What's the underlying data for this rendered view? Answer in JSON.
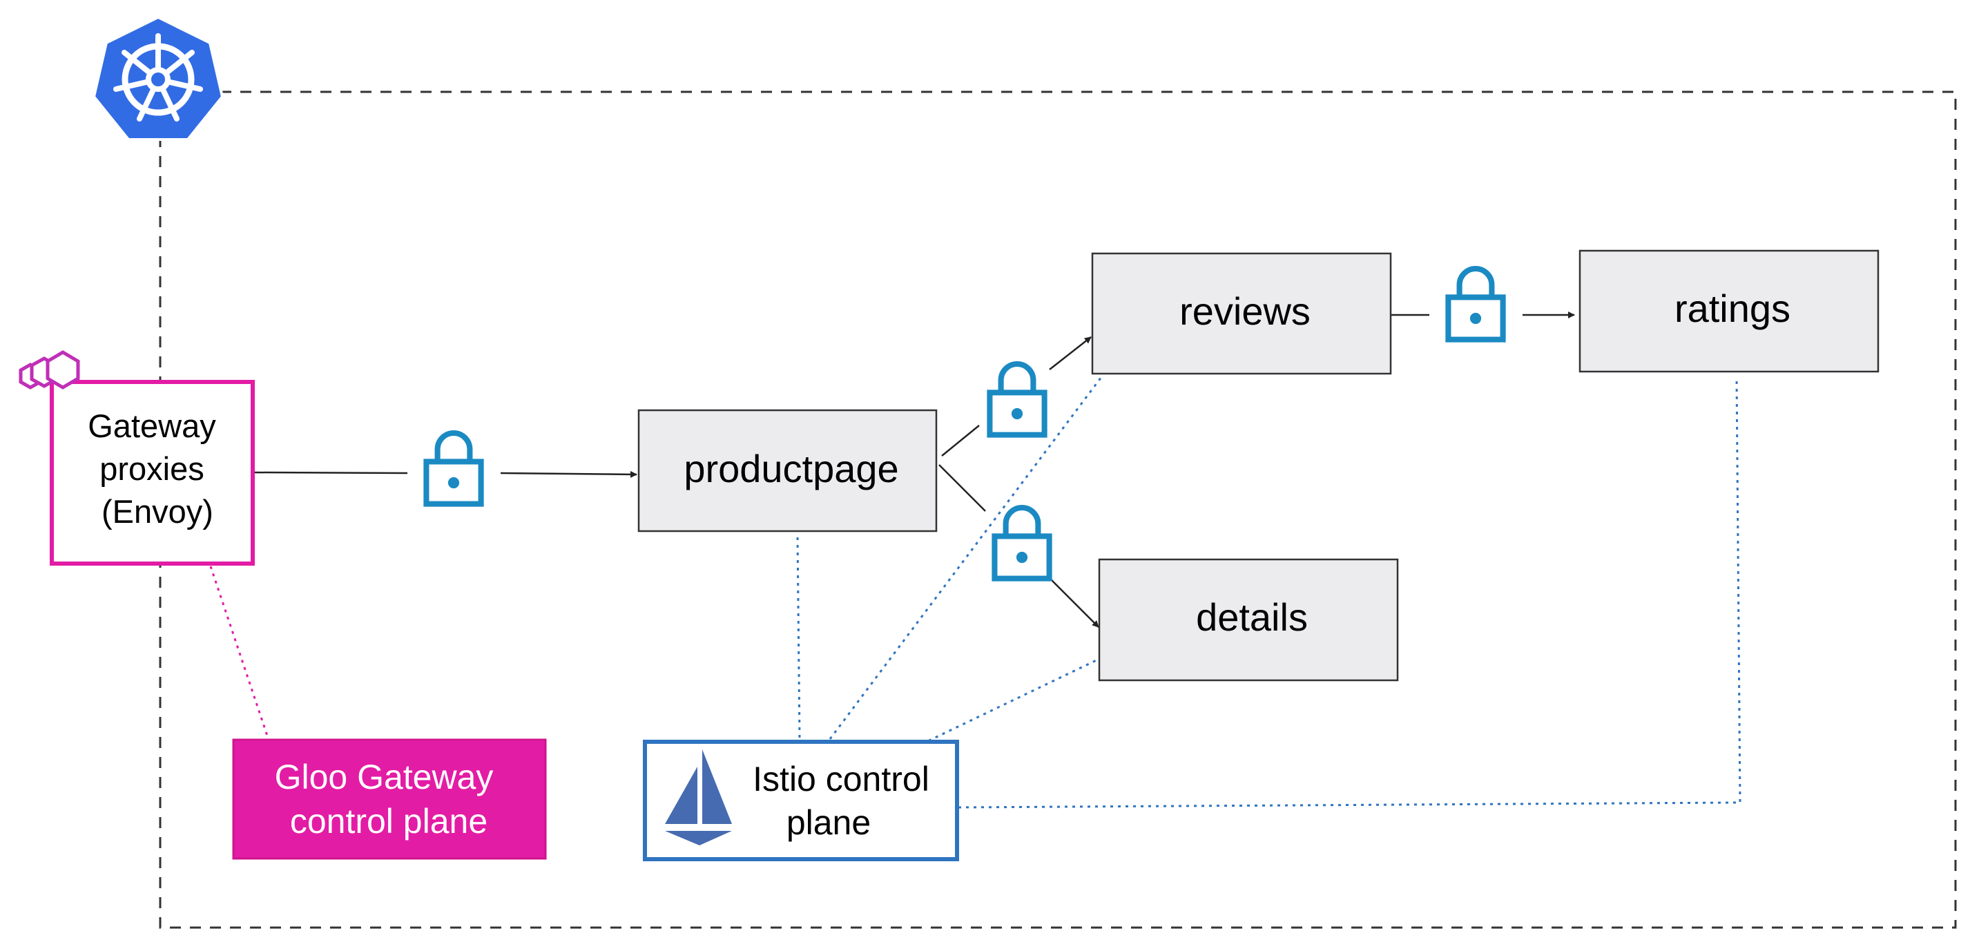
{
  "gateway": {
    "label_lines": [
      "Gateway",
      "proxies",
      "(Envoy)"
    ]
  },
  "services": {
    "productpage": "productpage",
    "reviews": "reviews",
    "ratings": "ratings",
    "details": "details"
  },
  "gloo": {
    "label_lines": [
      "Gloo Gateway",
      "control plane"
    ]
  },
  "istio": {
    "label_lines": [
      "Istio control",
      "plane"
    ]
  },
  "icons": {
    "cluster": "kubernetes-helm-icon",
    "gateway": "envoy-hexagons-icon",
    "istio": "istio-sail-icon",
    "mtls": "lock-icon"
  },
  "colors": {
    "gateway_border": "#e31ca5",
    "gloo_fill": "#e31ca5",
    "istio_border": "#2f74c0",
    "kubernetes": "#326ce5",
    "lock": "#1b8ac3",
    "service_fill": "#ececef",
    "control_link_pink": "#e31ca5",
    "control_link_blue": "#2f74c0"
  }
}
